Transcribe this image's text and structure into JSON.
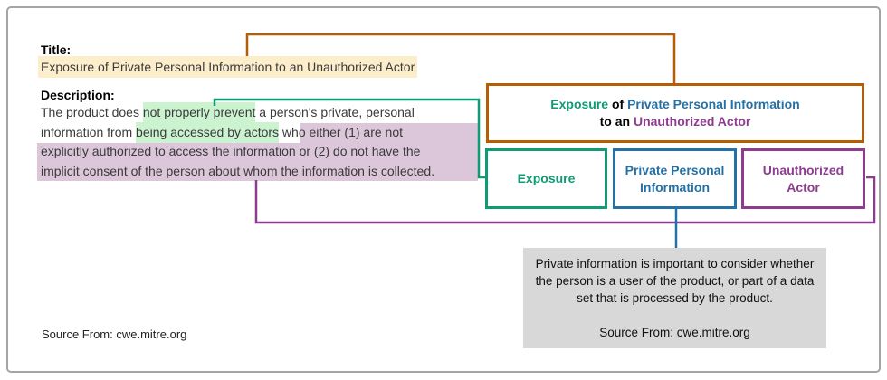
{
  "colors": {
    "brown": "#b45f06",
    "green": "#0f9c75",
    "blue": "#2571a5",
    "purple": "#8e3c90",
    "hl-cream": "#fdeecb",
    "hl-green": "#cbf3d0",
    "hl-purple": "#dcc7da",
    "note-bg": "#d8d8d8",
    "frame-border": "#a4a4a4",
    "body-text": "#3a3a3a"
  },
  "left_panel": {
    "title_label": "Title:",
    "title_text": "Exposure of Private Personal Information to an Unauthorized Actor",
    "description_label": "Description:",
    "description": {
      "line1_pre": "The product does ",
      "line1_hl_green": "not properly prevent",
      "line1_post": " a person's private, personal",
      "line2_pre": "information from ",
      "line2_hl_green": "being accessed by actors",
      "line2_hl_purple": " who either (1) are not",
      "line3": "explicitly authorized to access the information or (2) do not have the",
      "line4": "implicit consent of the person about whom the information is collected."
    },
    "source_note": "Source From: cwe.mitre.org"
  },
  "diagram": {
    "main_box": {
      "seg_exposure": "Exposure",
      "seg_of": " of ",
      "seg_ppi": "Private Personal Information",
      "seg_to_an": "to an ",
      "seg_ua": "Unauthorized Actor"
    },
    "term_boxes": [
      {
        "label": "Exposure"
      },
      {
        "label": "Private Personal Information"
      },
      {
        "label": "Unauthorized Actor"
      }
    ],
    "note_box": {
      "line1": "Private information is important to consider whether",
      "line2": "the person is a user of the product, or part of a data",
      "line3": "set that is processed by the product.",
      "source": "Source From: cwe.mitre.org"
    }
  }
}
